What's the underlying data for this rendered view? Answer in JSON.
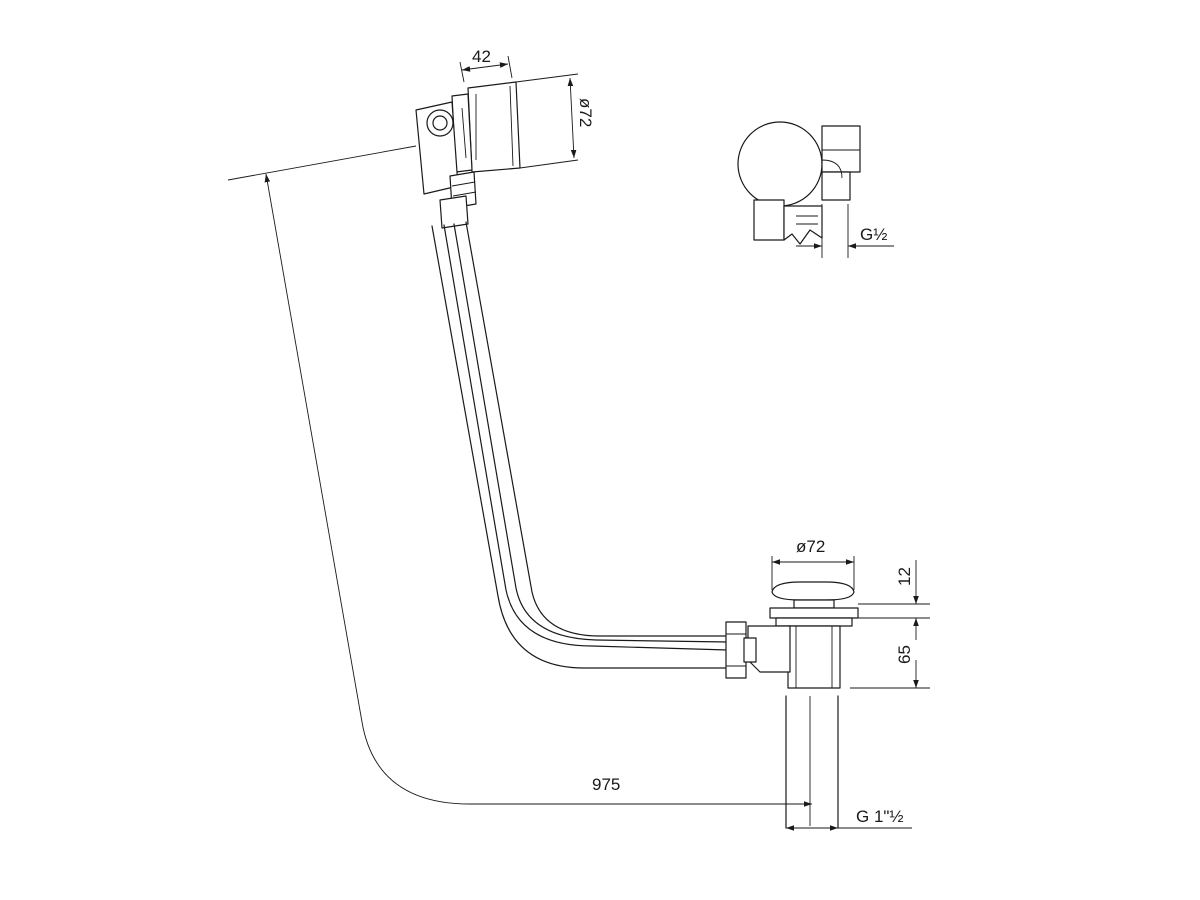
{
  "diagram": {
    "colors": {
      "line": "#1a1a1a",
      "background": "#ffffff"
    },
    "dimensions": {
      "overflow_depth": "42",
      "overflow_diameter": "ø72",
      "thread_overflow": "G½",
      "waste_diameter": "ø72",
      "plug_height": "12",
      "body_height": "65",
      "cable_length": "975",
      "thread_outlet": "G 1\"½"
    }
  }
}
